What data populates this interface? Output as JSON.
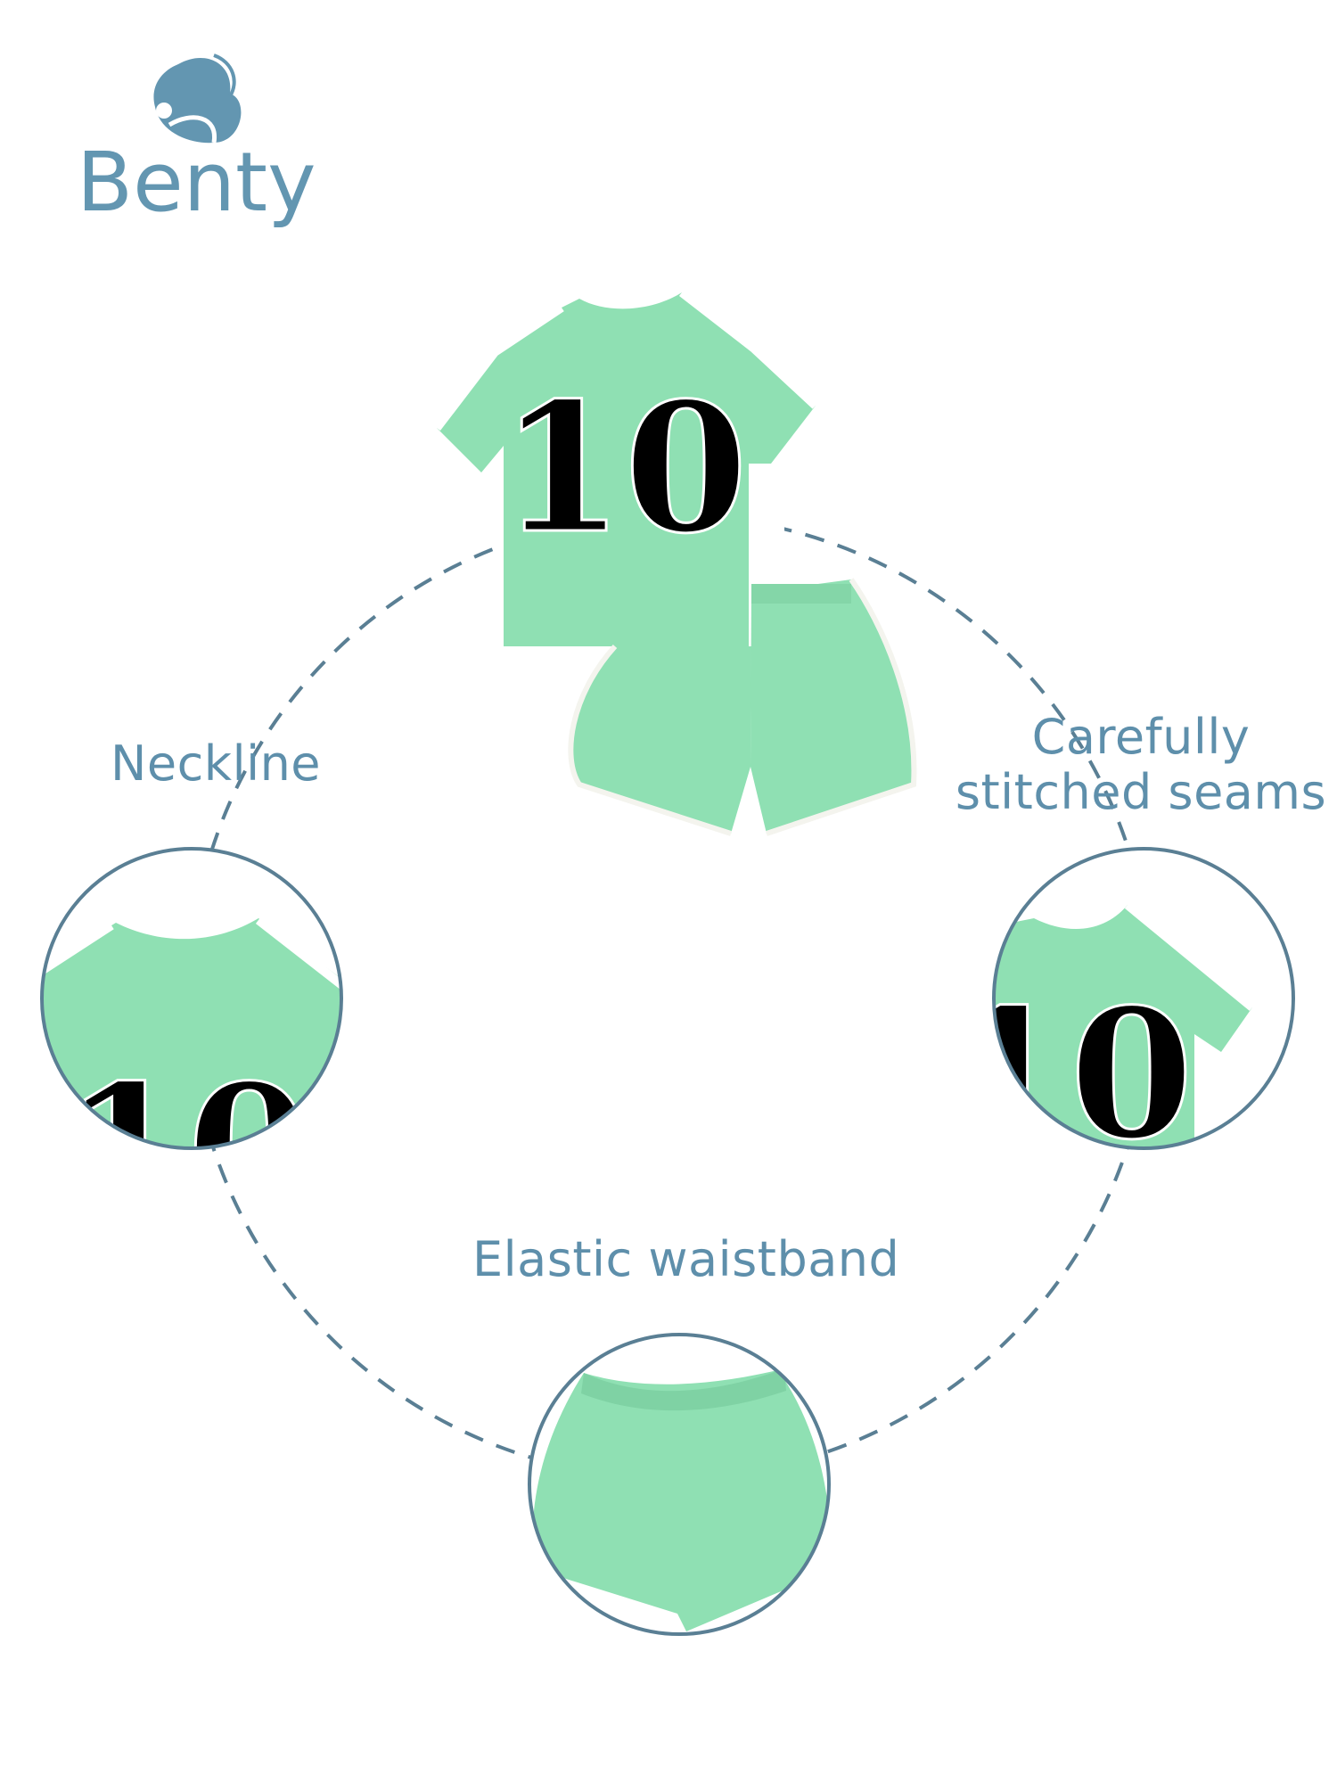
{
  "brand": {
    "name": "Benty",
    "color": "#6396b1"
  },
  "callouts": {
    "neckline": "Neckline",
    "seams_line1": "Carefully",
    "seams_line2": "stitched seams",
    "waistband": "Elastic waistband"
  },
  "product": {
    "jersey_number": "10",
    "garment_color": "#8fe0b3",
    "trim_color": "#ffffff"
  },
  "accent_color": "#5e8fab"
}
